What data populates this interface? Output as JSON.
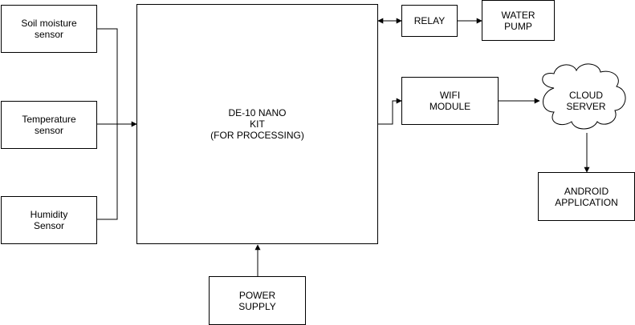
{
  "diagram": {
    "nodes": {
      "soil_moisture": "Soil moisture\nsensor",
      "temperature": "Temperature\nsensor",
      "humidity": "Humidity\nSensor",
      "processor": "DE-10 NANO\nKIT\n(FOR PROCESSING)",
      "power_supply": "POWER\nSUPPLY",
      "relay": "RELAY",
      "water_pump": "WATER\nPUMP",
      "wifi_module": "WIFI\nMODULE",
      "cloud_server": "CLOUD\nSERVER",
      "android_app": "ANDROID\nAPPLICATION"
    },
    "connections": [
      {
        "from": "soil_moisture",
        "to": "processor"
      },
      {
        "from": "temperature",
        "to": "processor"
      },
      {
        "from": "humidity",
        "to": "processor"
      },
      {
        "from": "power_supply",
        "to": "processor"
      },
      {
        "from": "processor",
        "to": "relay",
        "bidirectional": true
      },
      {
        "from": "relay",
        "to": "water_pump"
      },
      {
        "from": "processor",
        "to": "wifi_module"
      },
      {
        "from": "wifi_module",
        "to": "cloud_server"
      },
      {
        "from": "cloud_server",
        "to": "android_app"
      }
    ],
    "colors": {
      "stroke": "#000000",
      "fill": "#ffffff"
    }
  }
}
